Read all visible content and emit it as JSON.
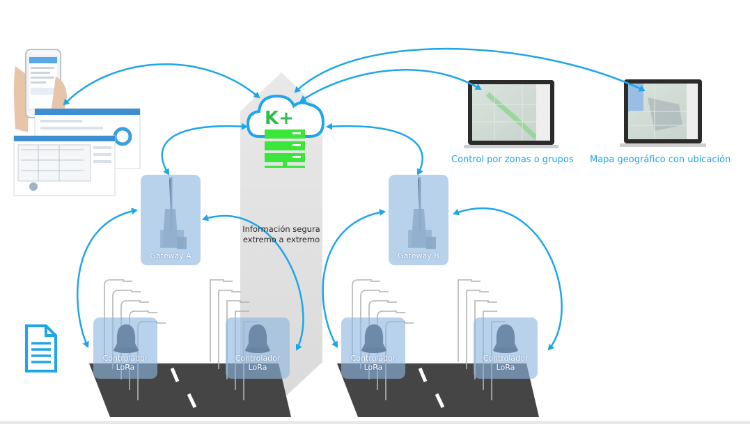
{
  "labels": {
    "control_zonas": "Control por zonas o grupos",
    "mapa_geografico": "Mapa geográfico con ubicación",
    "info_segura_line1": "Información segura",
    "info_segura_line2": "extremo a extremo",
    "gateway_a": "Gateway A",
    "gateway_b": "Gateway B",
    "controlador_line1": "Controlador",
    "controlador_line2": "LoRa"
  },
  "cloud_logo": "K+",
  "colors": {
    "arrow": "#1ea6e8",
    "label_blue": "#1ea6e8",
    "server_green": "#39e639",
    "node_fill": "#8eb6e1",
    "road": "#444444"
  },
  "icons": [
    "smartphone-icon",
    "dashboard-screen-icon",
    "cloud-icon",
    "server-icon",
    "laptop-icon",
    "antenna-icon",
    "controller-icon",
    "document-icon",
    "streetlight-icon"
  ]
}
